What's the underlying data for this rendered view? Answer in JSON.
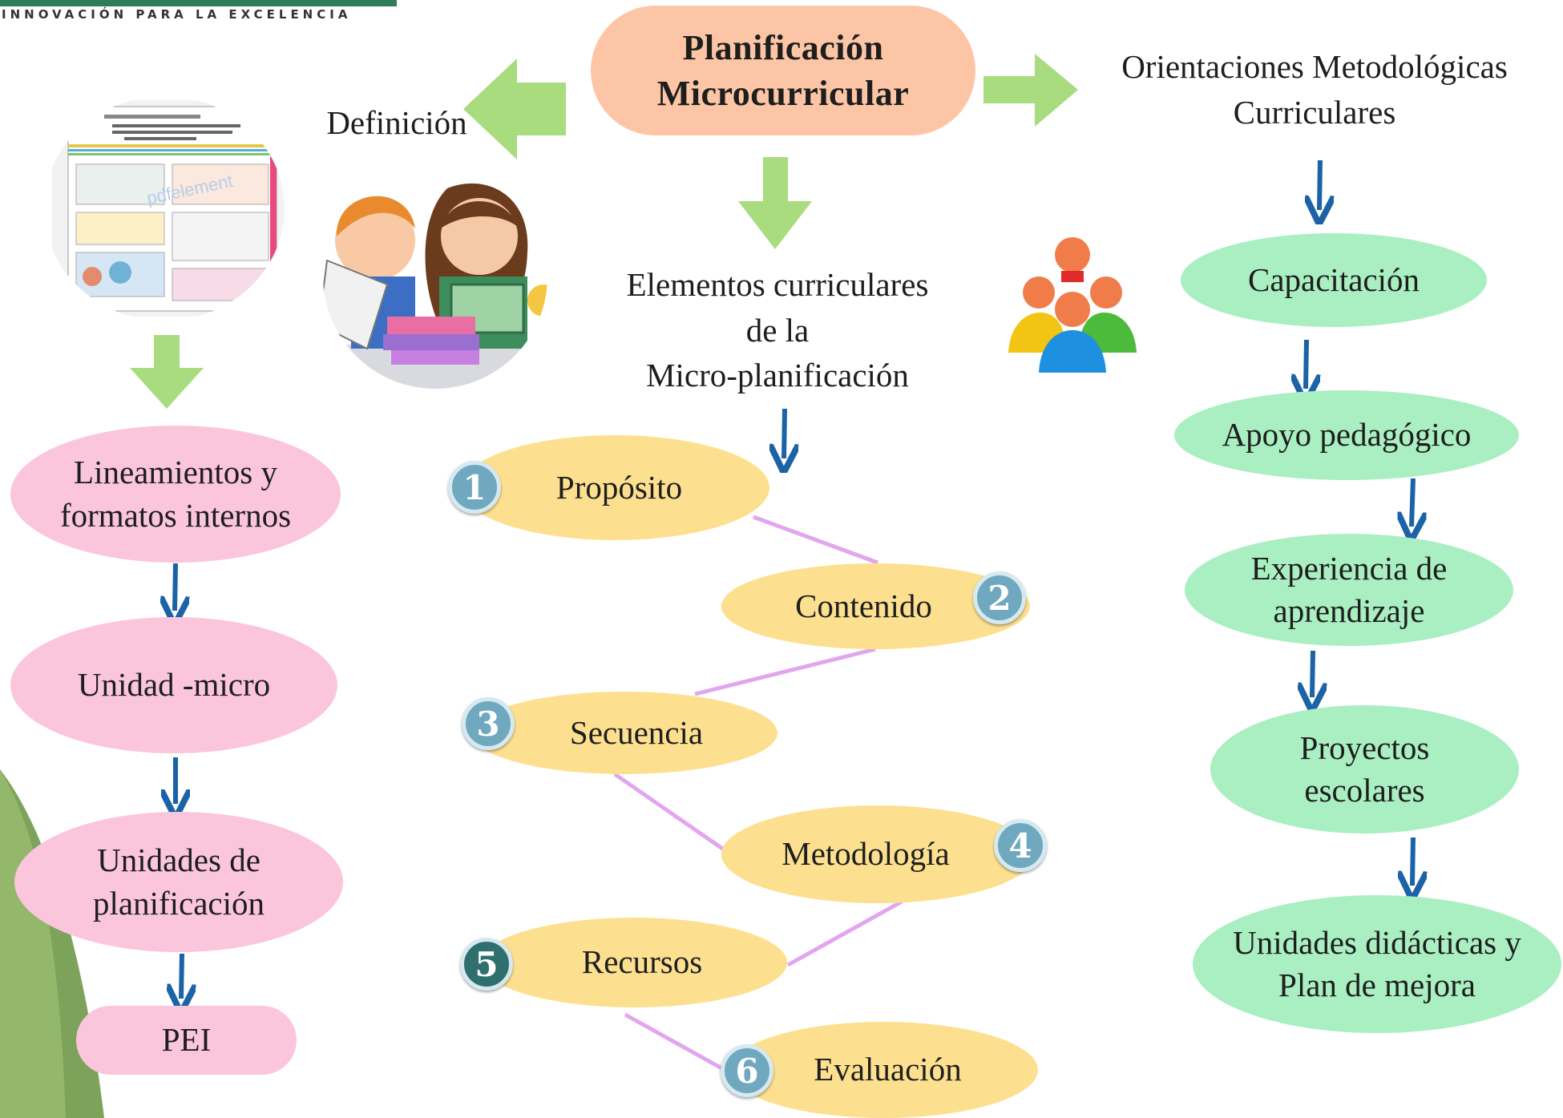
{
  "header": {
    "logo_tagline": "INNOVACIÓN PARA LA EXCELENCIA"
  },
  "center": {
    "title_line1": "Planificación",
    "title_line2": "Microcurricular"
  },
  "left": {
    "label": "Definición",
    "items": [
      {
        "lines": [
          "Lineamientos y",
          "formatos internos"
        ]
      },
      {
        "lines": [
          "Unidad -micro"
        ]
      },
      {
        "lines": [
          "Unidades de",
          "planificación"
        ]
      },
      {
        "lines": [
          "PEI"
        ]
      }
    ]
  },
  "middle": {
    "heading_lines": [
      "Elementos curriculares",
      "de la",
      "Micro-planificación"
    ],
    "steps": [
      {
        "number": "1",
        "label": "Propósito"
      },
      {
        "number": "2",
        "label": "Contenido"
      },
      {
        "number": "3",
        "label": "Secuencia"
      },
      {
        "number": "4",
        "label": "Metodología"
      },
      {
        "number": "5",
        "label": "Recursos"
      },
      {
        "number": "6",
        "label": "Evaluación"
      }
    ]
  },
  "right": {
    "heading_lines": [
      "Orientaciones Metodológicas",
      "Curriculares"
    ],
    "items": [
      {
        "lines": [
          "Capacitación"
        ]
      },
      {
        "lines": [
          "Apoyo pedagógico"
        ]
      },
      {
        "lines": [
          "Experiencia de",
          "aprendizaje"
        ]
      },
      {
        "lines": [
          "Proyectos",
          "escolares"
        ]
      },
      {
        "lines": [
          "Unidades didácticas y",
          "Plan de mejora"
        ]
      }
    ]
  },
  "colors": {
    "pink_node": "#fbc6dc",
    "peach_node": "#fcc6a6",
    "yellow_node": "#fde08f",
    "green_node": "#a9efc2",
    "big_arrow": "#a8dc7e",
    "small_arrow": "#1b63a6",
    "connector": "#e2a6ee",
    "number_badge": "#6fa8bf"
  }
}
